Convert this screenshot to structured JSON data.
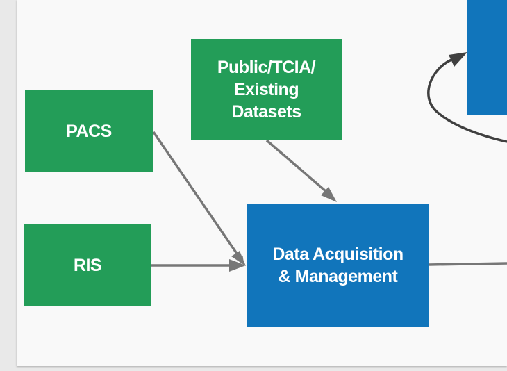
{
  "diagram": {
    "nodes": {
      "pacs": {
        "label": "PACS",
        "color": "#239d58"
      },
      "ris": {
        "label": "RIS",
        "color": "#239d58"
      },
      "public": {
        "label": "Public/TCIA/\nExisting\nDatasets",
        "color": "#239d58"
      },
      "acquisition": {
        "label": "Data Acquisition\n& Management",
        "color": "#1175bb"
      },
      "offscreen": {
        "label": "",
        "color": "#1175bb"
      }
    },
    "edge_color": "#777777",
    "loop_edge_color": "#404040",
    "edges": [
      {
        "from": "pacs",
        "to": "acquisition"
      },
      {
        "from": "ris",
        "to": "acquisition"
      },
      {
        "from": "public",
        "to": "acquisition"
      },
      {
        "from": "acquisition",
        "to": "offscreen"
      },
      {
        "from": "offscreen",
        "to": "offscreen"
      }
    ]
  }
}
